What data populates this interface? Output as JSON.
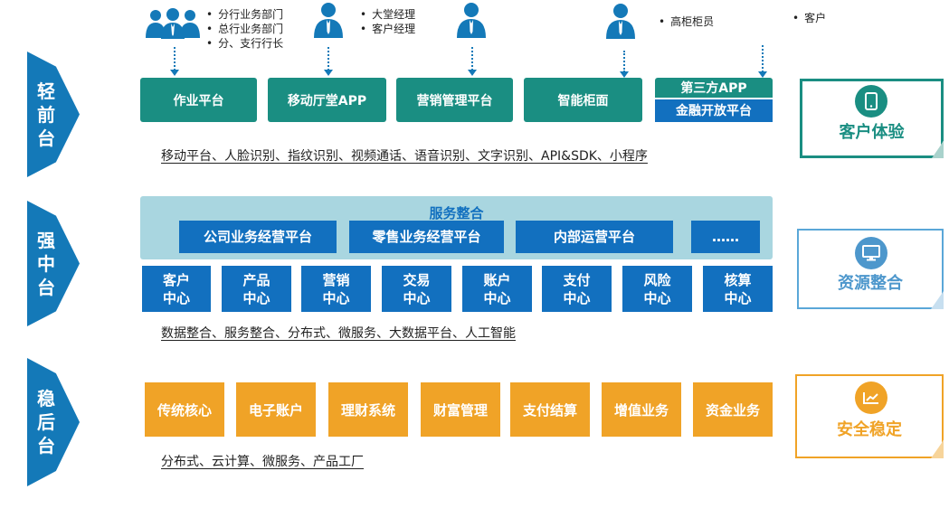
{
  "roles": {
    "group1": [
      "分行业务部门",
      "总行业务部门",
      "分、支行行长"
    ],
    "group2": [
      "大堂经理",
      "客户经理"
    ],
    "group3": [
      "高柜柜员"
    ],
    "group4": [
      "客户"
    ]
  },
  "front": {
    "label": [
      "轻",
      "前",
      "台"
    ],
    "platforms": [
      "作业平台",
      "移动厅堂APP",
      "营销管理平台",
      "智能柜面"
    ],
    "third_party_top": "第三方APP",
    "third_party_bottom": "金融开放平台",
    "tech": "移动平台、人脸识别、指纹识别、视频通话、语音识别、文字识别、API&SDK、小程序",
    "side_title": "客户体验"
  },
  "middle": {
    "label": [
      "强",
      "中",
      "台"
    ],
    "service_title": "服务整合",
    "service_platforms": [
      "公司业务经营平台",
      "零售业务经营平台",
      "内部运营平台",
      "……"
    ],
    "centers": [
      [
        "客户",
        "中心"
      ],
      [
        "产品",
        "中心"
      ],
      [
        "营销",
        "中心"
      ],
      [
        "交易",
        "中心"
      ],
      [
        "账户",
        "中心"
      ],
      [
        "支付",
        "中心"
      ],
      [
        "风险",
        "中心"
      ],
      [
        "核算",
        "中心"
      ]
    ],
    "tech": "数据整合、服务整合、分布式、微服务、大数据平台、人工智能",
    "side_title": "资源整合"
  },
  "back": {
    "label": [
      "稳",
      "后",
      "台"
    ],
    "systems": [
      "传统核心",
      "电子账户",
      "理财系统",
      "财富管理",
      "支付结算",
      "增值业务",
      "资金业务"
    ],
    "tech": "分布式、云计算、微服务、产品工厂",
    "side_title": "安全稳定"
  },
  "colors": {
    "chevron": "#1479b8",
    "green": "#1a8e82",
    "blue": "#1270bf",
    "orange": "#f0a327",
    "service_bg": "#a9d6e0"
  },
  "icons": {
    "front": "mobile-phone-icon",
    "middle": "monitor-icon",
    "back": "trend-chart-icon"
  }
}
